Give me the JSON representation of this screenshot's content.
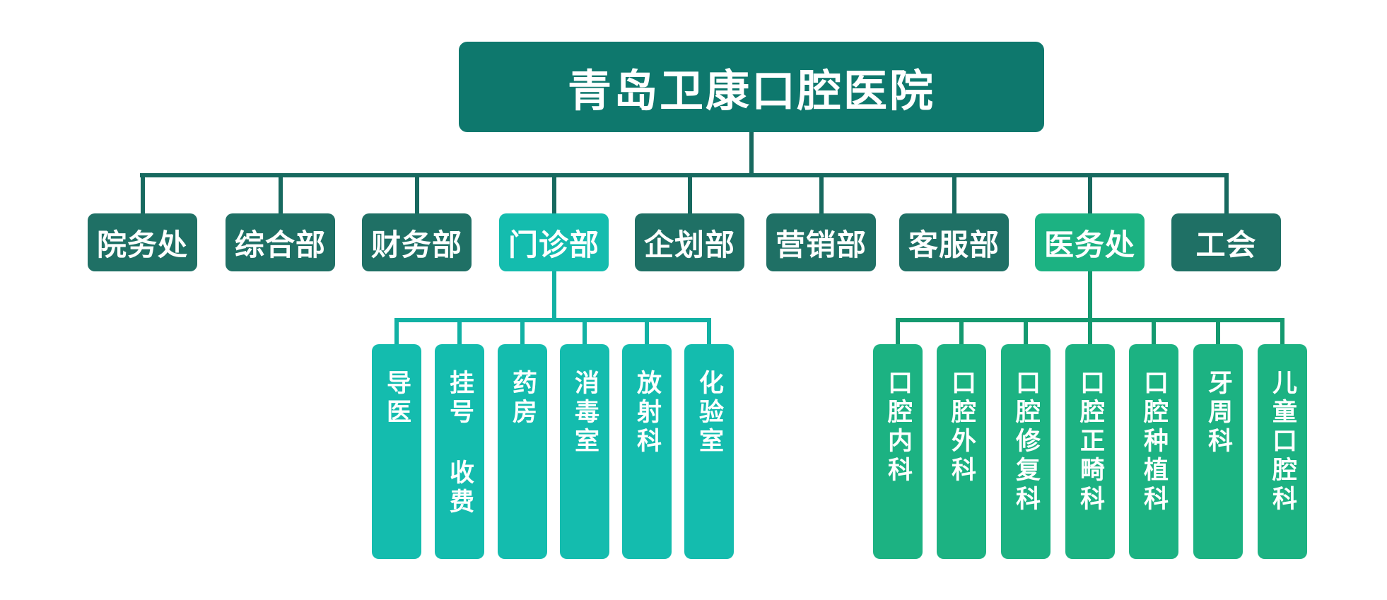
{
  "diagram": {
    "title": "青岛卫康口腔医院",
    "departments": [
      {
        "label": "院务处",
        "variant": "dark"
      },
      {
        "label": "综合部",
        "variant": "dark"
      },
      {
        "label": "财务部",
        "variant": "dark"
      },
      {
        "label": "门诊部",
        "variant": "outpatient"
      },
      {
        "label": "企划部",
        "variant": "dark"
      },
      {
        "label": "营销部",
        "variant": "dark"
      },
      {
        "label": "客服部",
        "variant": "dark"
      },
      {
        "label": "医务处",
        "variant": "medical"
      },
      {
        "label": "工会",
        "variant": "dark"
      }
    ],
    "outpatient_children": [
      {
        "label": "导医"
      },
      {
        "label": "挂号 收费"
      },
      {
        "label": "药房"
      },
      {
        "label": "消毒室"
      },
      {
        "label": "放射科"
      },
      {
        "label": "化验室"
      }
    ],
    "medical_children": [
      {
        "label": "口腔内科"
      },
      {
        "label": "口腔外科"
      },
      {
        "label": "口腔修复科"
      },
      {
        "label": "口腔正畸科"
      },
      {
        "label": "口腔种植科"
      },
      {
        "label": "牙周科"
      },
      {
        "label": "儿童口腔科"
      }
    ]
  },
  "colors": {
    "bg": "#FFFFFF",
    "text": "#FFFFFF",
    "root_box": "#0E786D",
    "dept_dark": "#1F7065",
    "tree_line": "#17695F",
    "outpatient": "#14BCAE",
    "outpatient_line": "#11B1A4",
    "medical": "#1CB282",
    "medical_line": "#14996F"
  }
}
